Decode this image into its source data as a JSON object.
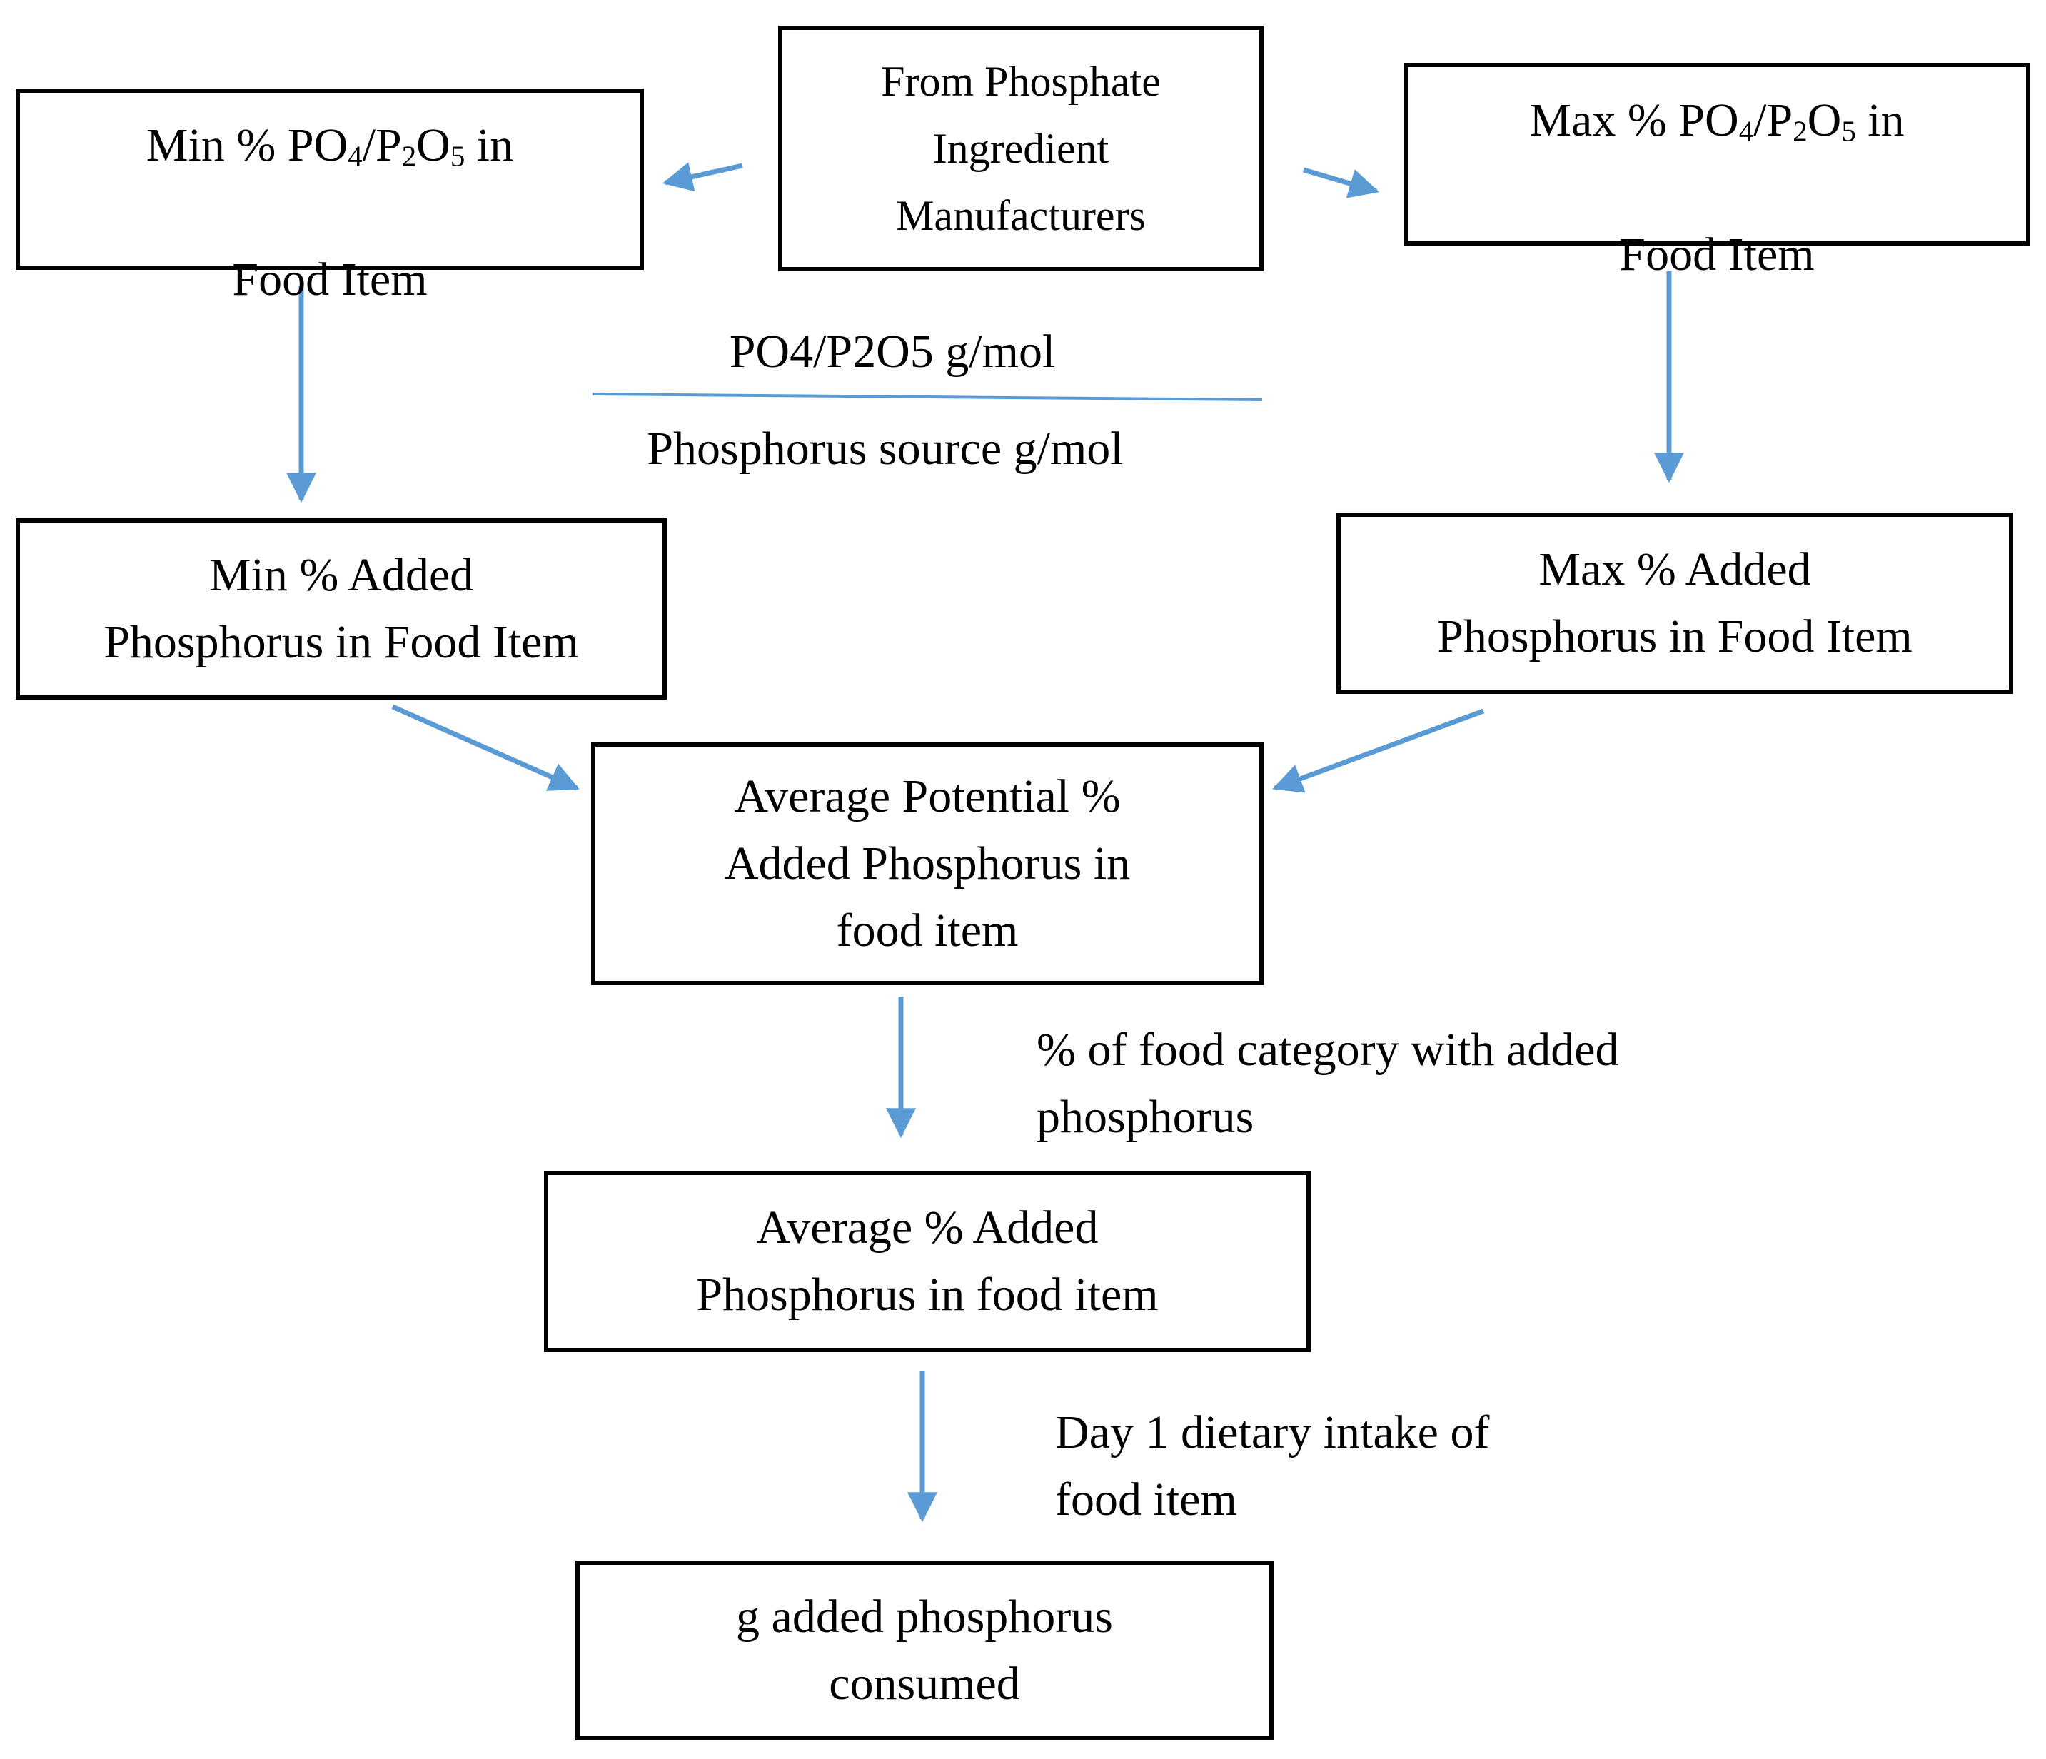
{
  "colors": {
    "arrow": "#5b9bd5",
    "border": "#000000",
    "text": "#000000",
    "background": "#ffffff"
  },
  "nodes": {
    "source": {
      "text": "From Phosphate\nIngredient\nManufacturers"
    },
    "min_po4": {
      "prefix": "Min % PO",
      "sub1": "4",
      "mid1": "/P",
      "sub2": "2",
      "mid2": "O",
      "sub3": "5",
      "suffix": " in",
      "line2": "Food Item"
    },
    "max_po4": {
      "prefix": "Max % PO",
      "sub1": "4",
      "mid1": "/P",
      "sub2": "2",
      "mid2": "O",
      "sub3": "5",
      "suffix": " in",
      "line2": "Food Item"
    },
    "min_added": {
      "text": "Min % Added\nPhosphorus in Food Item"
    },
    "max_added": {
      "text": "Max % Added\nPhosphorus in Food Item"
    },
    "avg_potential": {
      "text": "Average Potential %\nAdded Phosphorus in\nfood item"
    },
    "avg_added": {
      "text": "Average % Added\nPhosphorus in food item"
    },
    "consumed": {
      "text": "g added phosphorus\nconsumed"
    }
  },
  "labels": {
    "fraction_numerator": "PO4/P2O5 g/mol",
    "fraction_denominator": "Phosphorus source g/mol",
    "category_share": "% of food category with added\nphosphorus",
    "dietary_intake": "Day 1 dietary intake of\nfood item"
  }
}
